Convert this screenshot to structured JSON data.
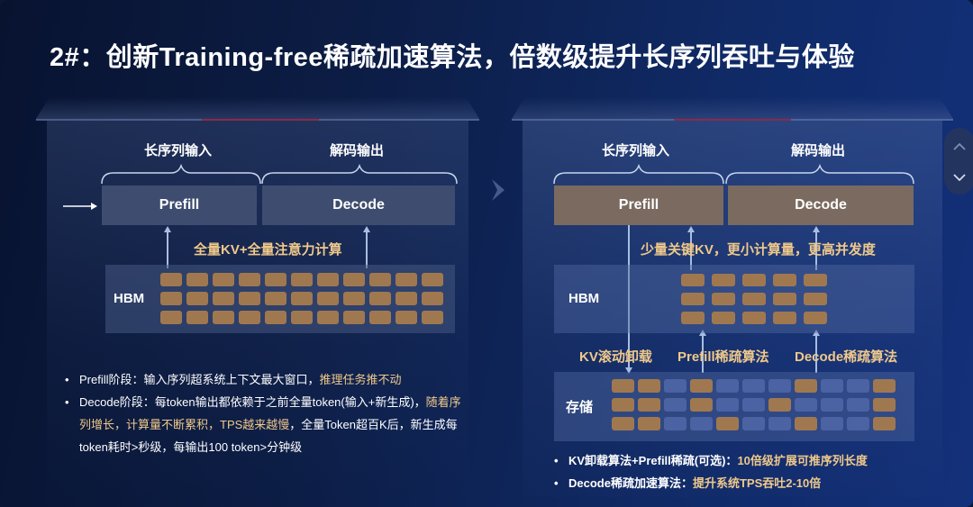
{
  "title": "2#：创新Training-free稀疏加速算法，倍数级提升长序列吞吐与体验",
  "left_panel": {
    "brace_input_label": "长序列输入",
    "brace_output_label": "解码输出",
    "prefill_label": "Prefill",
    "decode_label": "Decode",
    "compute_note": "全量KV+全量注意力计算",
    "memory_label": "HBM",
    "hbm_grid": {
      "rows": 3,
      "cols": 11,
      "pattern": [
        "TTTTTTTTTTT",
        "TTTTTTTTTTT",
        "TTTTTTTTTTT"
      ]
    },
    "bullets": [
      {
        "prefix": "Prefill阶段：输入序列超系统上下文最大窗口，",
        "highlight": "推理任务推不动",
        "suffix": ""
      },
      {
        "prefix": "Decode阶段：每token输出都依赖于之前全量token(输入+新生成)，",
        "highlight": "随着序列增长，计算量不断累积，TPS越来越慢",
        "suffix": "，全量Token超百K后，新生成每token耗时>秒级，每输出100 token>分钟级"
      }
    ]
  },
  "right_panel": {
    "brace_input_label": "长序列输入",
    "brace_output_label": "解码输出",
    "prefill_label": "Prefill",
    "decode_label": "Decode",
    "compute_note": "少量关键KV，更小计算量，更高并发度",
    "memory_label": "HBM",
    "hbm_grid": {
      "rows": 3,
      "cols": 5,
      "pattern": [
        "TTTTT",
        "TTTTT",
        "TTTTT"
      ]
    },
    "algo_labels": [
      "KV滚动卸载",
      "Prefill稀疏算法",
      "Decode稀疏算法"
    ],
    "storage_label": "存储",
    "storage_grid": {
      "rows": 3,
      "cols": 11,
      "pattern": [
        "TTBTBBBTBBT",
        "TTBTBBTBBBT",
        "TTBBTBBTBBT"
      ]
    },
    "bullets": [
      {
        "label": "KV卸载算法+Prefill稀疏(可选)：",
        "highlight": "10倍级扩展可推序列长度"
      },
      {
        "label": "Decode稀疏加速算法：",
        "highlight": "提升系统TPS吞吐2-10倍"
      }
    ]
  },
  "icons": {
    "transition_arrow": "chevron-right",
    "scroll_up": "chevron-up",
    "scroll_down": "chevron-down",
    "input_arrow": "arrow-right"
  },
  "colors": {
    "accent_gold": "#f0c98a",
    "kv_block_tan": "#a07850",
    "kv_block_blue": "#4b62a3",
    "stage_gray": "#3e4d6f",
    "stage_brown": "#7b6a60",
    "red_accent": "#8a2a4a"
  },
  "nav": {
    "up": "^",
    "down": "v"
  }
}
